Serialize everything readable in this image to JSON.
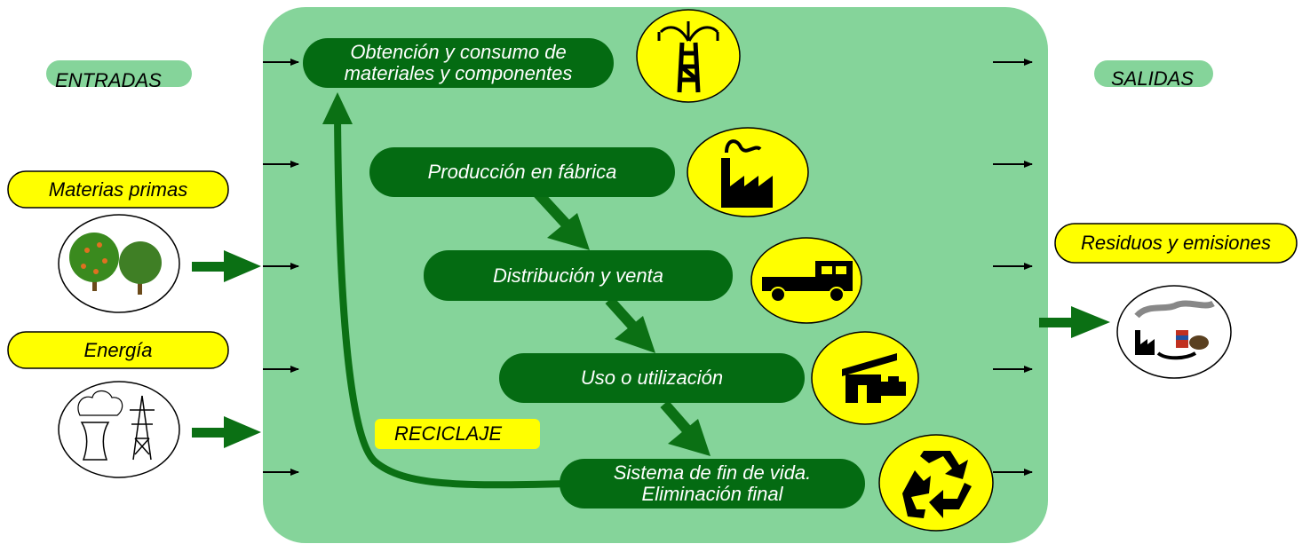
{
  "colors": {
    "panel": "#85d49a",
    "process": "#046b12",
    "arrow": "#0b7014",
    "yellow": "#ffff00",
    "label_green": "#85d49a"
  },
  "labels": {
    "entradas": "ENTRADAS",
    "salidas": "SALIDAS",
    "reciclaje": "RECICLAJE"
  },
  "inputs": {
    "materias": "Materias primas",
    "energia": "Energía"
  },
  "outputs": {
    "residuos": "Residuos y emisiones"
  },
  "stages": [
    {
      "line1": "Obtención y consumo de",
      "line2": "materiales y componentes",
      "icon": "oil-derrick-icon"
    },
    {
      "line1": "Producción en fábrica",
      "icon": "factory-icon"
    },
    {
      "line1": "Distribución y venta",
      "icon": "truck-icon"
    },
    {
      "line1": "Uso o utilización",
      "icon": "house-icon"
    },
    {
      "line1": "Sistema de fin de vida.",
      "line2": "Eliminación final",
      "icon": "recycle-icon"
    }
  ],
  "images": {
    "trees": "trees-icon",
    "power_plant": "power-plant-icon",
    "pollution": "pollution-icon"
  }
}
